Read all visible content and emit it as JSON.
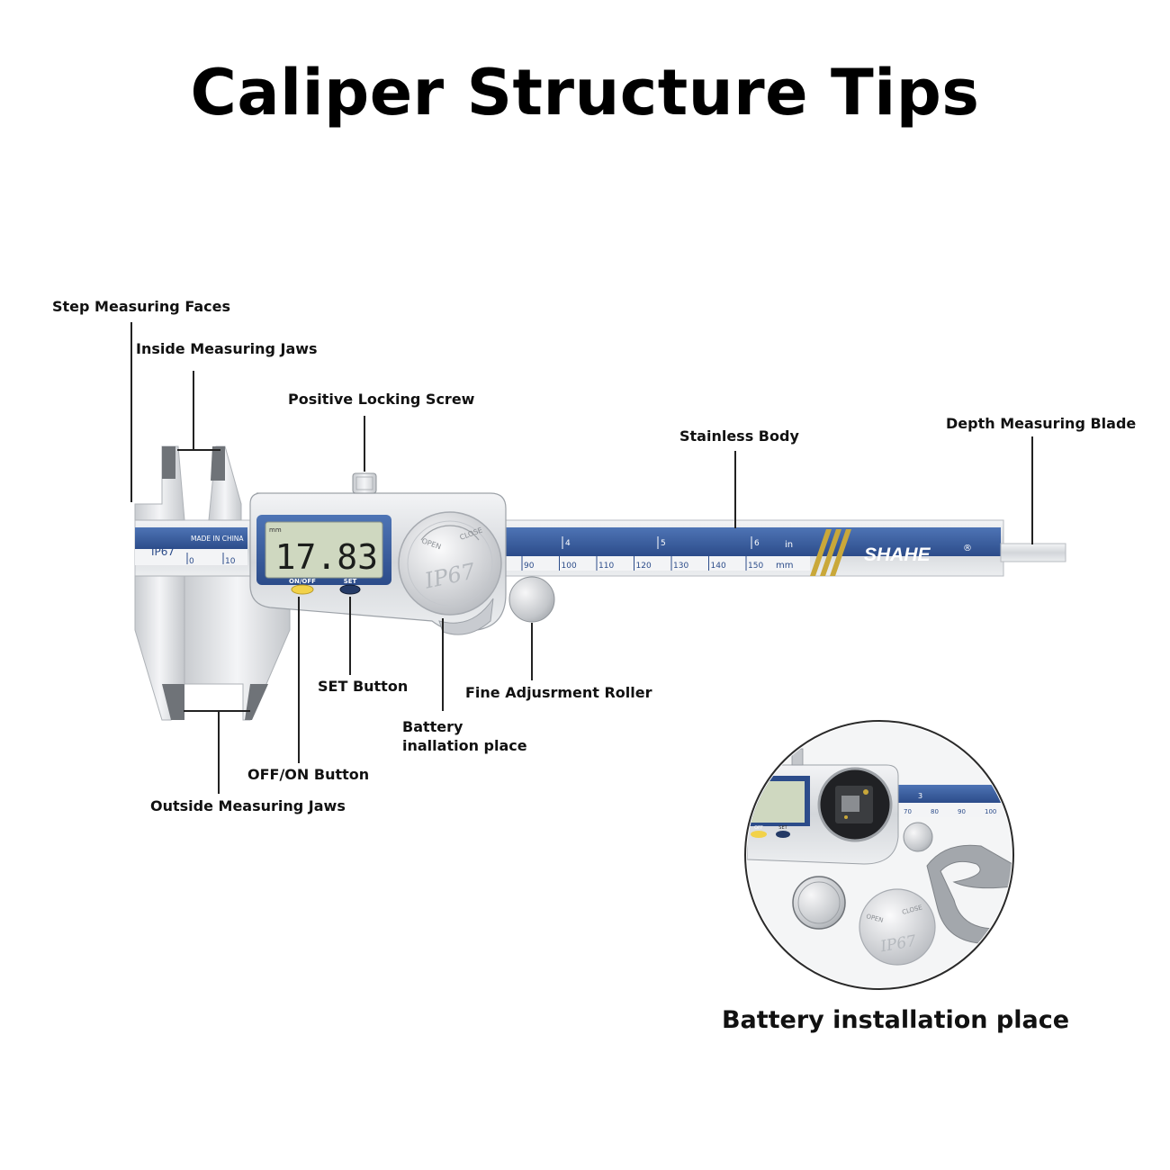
{
  "title": "Caliper Structure Tips",
  "labels": {
    "step_faces": "Step Measuring Faces",
    "inside_jaws": "Inside Measuring Jaws",
    "locking_screw": "Positive Locking Screw",
    "stainless_body": "Stainless Body",
    "depth_blade": "Depth Measuring Blade",
    "set_button": "SET Button",
    "fine_roller": "Fine Adjusrment Roller",
    "battery_line1": "Battery",
    "battery_line2": "inallation place",
    "onoff_button": "OFF/ON Button",
    "outside_jaws": "Outside Measuring Jaws"
  },
  "caliper": {
    "brand": "SHAHE",
    "registered": "®",
    "ip_rating": "IP67",
    "made_in": "MADE IN CHINA",
    "display_unit": "mm",
    "reading": "17.83",
    "btn_onoff": "ON/OFF",
    "btn_set": "SET",
    "knob_open": "OPEN",
    "knob_close": "CLOSE",
    "knob_ip": "IP67",
    "scale_mm": [
      "0",
      "10",
      "90",
      "100",
      "110",
      "120",
      "130",
      "140",
      "150"
    ],
    "scale_in": [
      "4",
      "5",
      "6"
    ],
    "unit_in": "in",
    "unit_mm": "mm"
  },
  "inset": {
    "caption": "Battery installation place",
    "scale_in": "3",
    "scale_mm": [
      "70",
      "80",
      "90",
      "100"
    ],
    "btn_onoff": "OFF",
    "btn_set": "SET",
    "cap_open": "OPEN",
    "cap_close": "CLOSE",
    "cap_ip": "IP67"
  },
  "colors": {
    "blade_blue": "#3a5fa0",
    "lcd": "#cfd8c0",
    "steel": "#d6d8db",
    "onoff_yellow": "#f2d24a",
    "set_navy": "#243a66",
    "gold_stripe": "#c9a83a"
  }
}
